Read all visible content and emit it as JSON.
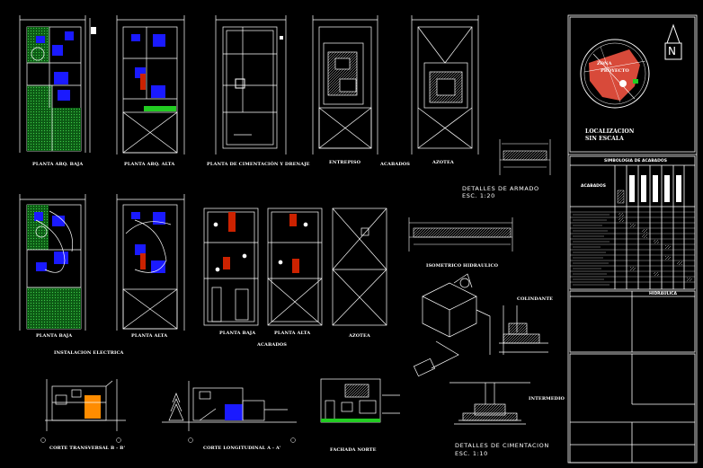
{
  "drawing": {
    "row1_labels": {
      "planta_arq_baja": "PLANTA ARQ. BAJA",
      "planta_arq_alta": "PLANTA ARQ. ALTA",
      "cimentacion": "PLANTA DE CIMENTACIÓN Y DRENAJE",
      "entrepiso": "ENTREPISO",
      "azotea": "AZOTEA",
      "acabados": "ACABADOS"
    },
    "detalles_armado": {
      "title": "DETALLES DE ARMADO",
      "scale": "ESC. 1:20"
    },
    "row2_labels": {
      "planta_baja": "PLANTA BAJA",
      "planta_alta": "PLANTA ALTA",
      "planta_baja_2": "PLANTA BAJA",
      "planta_alta_2": "PLANTA ALTA",
      "azotea": "AZOTEA",
      "instalacion_electrica": "INSTALACION ELECTRICA",
      "acabados": "ACABADOS",
      "isometrico": "ISOMETRICO HIDRAULICO",
      "colindante": "COLINDANTE",
      "intermedio": "INTERMEDIO"
    },
    "row3_labels": {
      "corte_transversal": "CORTE TRANSVERSAL B - B'",
      "corte_longitudinal": "CORTE LONGITUDINAL A - A'",
      "fachada": "FACHADA NORTE"
    },
    "detalles_cimentacion": {
      "title": "DETALLES DE CIMENTACION",
      "scale": "ESC. 1:10"
    }
  },
  "title_block": {
    "north": "N",
    "localizacion": "LOCALIZACION",
    "sin_escala": "SIN ESCALA",
    "simbologia": "SIMBOLOGIA DE ACABADOS",
    "acabados": "ACABADOS",
    "hidraulica": "HIDRAULICA"
  },
  "colors": {
    "line": "#ffffff",
    "blue": "#1a1aff",
    "green": "#1f8f2f",
    "bright_green": "#22cc22",
    "red": "#cc2200",
    "orange": "#ff8c00",
    "map_red": "#d84a3a"
  }
}
